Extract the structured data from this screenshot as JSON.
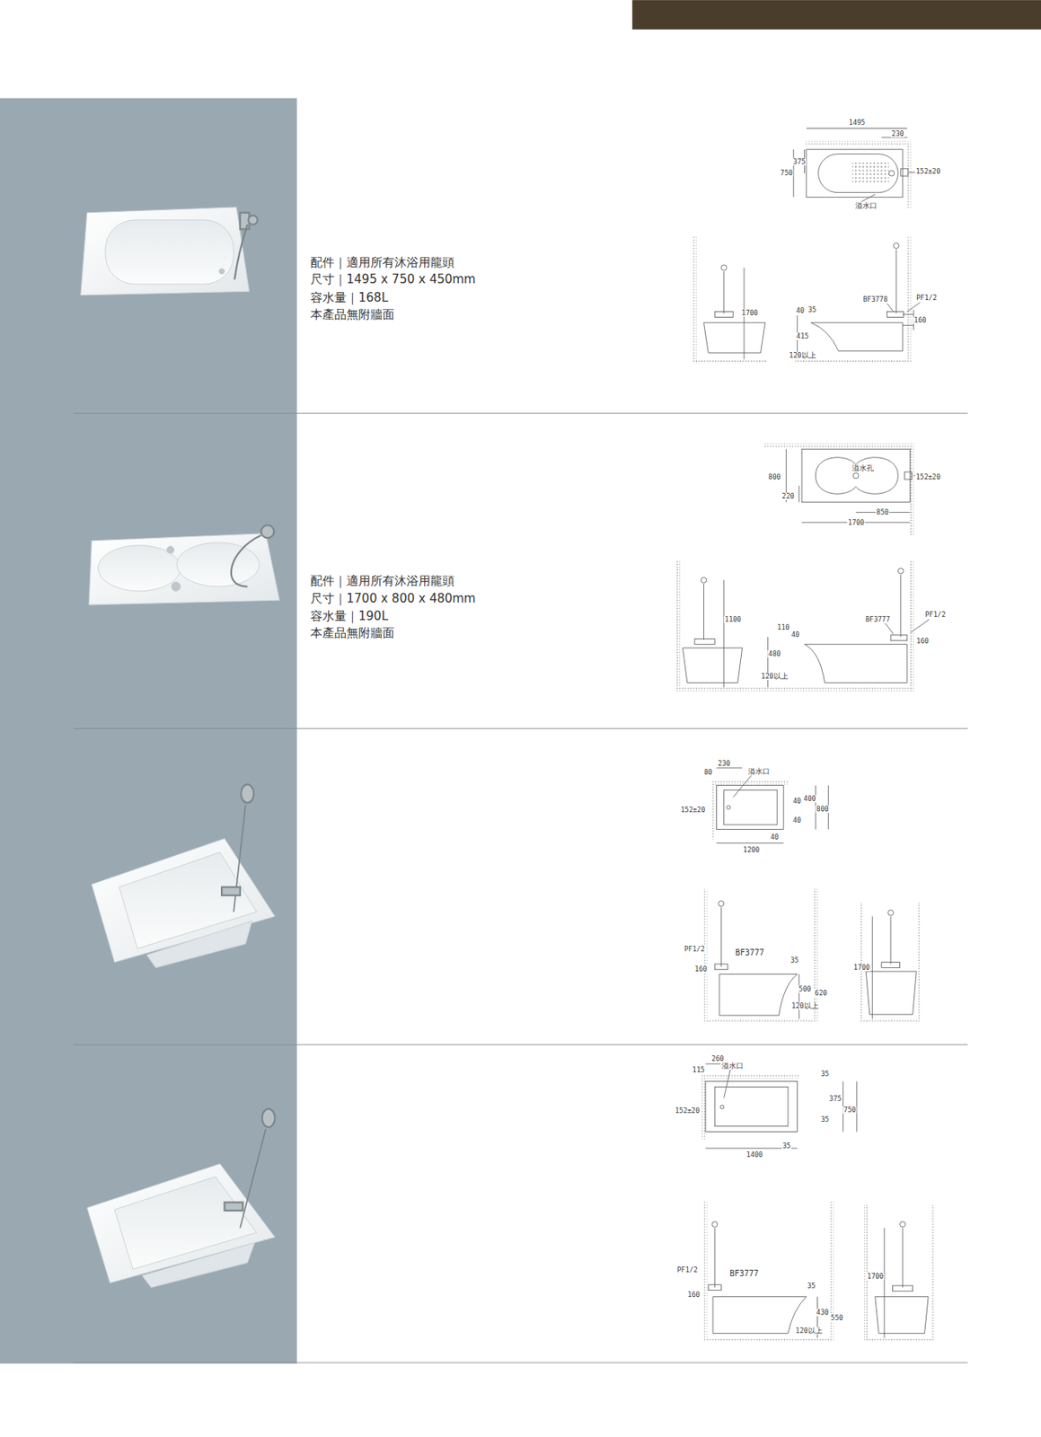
{
  "diagram": {
    "labels": [
      "配件｜適用所有沐浴用龍頭",
      "尺寸｜1495 x 750 x 450mm",
      "容水量｜168L",
      "本產品無附牆面",
      "1495",
      "230",
      "375",
      "750",
      "152±20",
      "溢水口",
      "1700",
      "BF3778",
      "PF1/2",
      "40",
      "35",
      "415",
      "160",
      "120以上",
      "配件｜適用所有沐浴用龍頭",
      "尺寸｜1700 x 800 x 480mm",
      "容水量｜190L",
      "本產品無附牆面",
      "800",
      "220",
      "溢水孔",
      "152±20",
      "850",
      "1700",
      "1100",
      "110",
      "40",
      "480",
      "120以上",
      "BF3777",
      "PF1/2",
      "160",
      "230",
      "80",
      "溢水口",
      "400",
      "40",
      "800",
      "152±20",
      "40",
      "40",
      "1200",
      "PF1/2",
      "BF3777",
      "160",
      "35",
      "500",
      "620",
      "120以上",
      "1700",
      "260",
      "115",
      "溢水口",
      "35",
      "375",
      "750",
      "152±20",
      "35",
      "35",
      "1400",
      "PF1/2",
      "BF3777",
      "160",
      "35",
      "430",
      "550",
      "120以上",
      "1700"
    ]
  }
}
